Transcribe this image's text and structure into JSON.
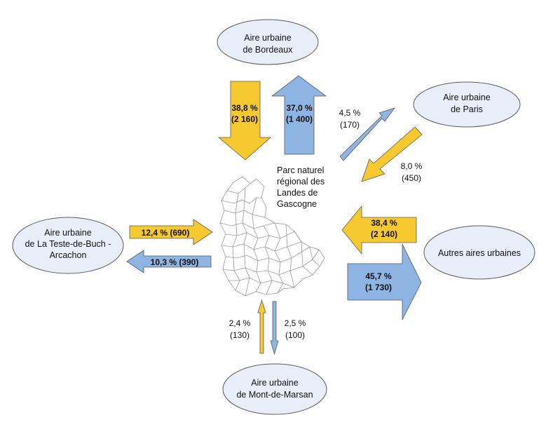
{
  "colors": {
    "inflow": "#f7c930",
    "outflow": "#8db4e2",
    "node_fill": "#e8eef8",
    "stroke": "#5a5a5a"
  },
  "park": {
    "line1": "Parc naturel",
    "line2": "régional des",
    "line3": "Landes de",
    "line4": "Gascogne"
  },
  "nodes": {
    "bordeaux": {
      "line1": "Aire urbaine",
      "line2": "de Bordeaux"
    },
    "paris": {
      "line1": "Aire urbaine",
      "line2": "de Paris"
    },
    "autres": {
      "line1": "Autres aires urbaines"
    },
    "teste": {
      "line1": "Aire urbaine",
      "line2": "de La Teste-de-Buch -",
      "line3": "Arcachon"
    },
    "montmarsan": {
      "line1": "Aire urbaine",
      "line2": "de Mont-de-Marsan"
    }
  },
  "flows": {
    "bordeaux_in": {
      "pct": "38,8 %",
      "count": "(2 160)"
    },
    "bordeaux_out": {
      "pct": "37,0 %",
      "count": "(1 400)"
    },
    "paris_out": {
      "pct": "4,5 %",
      "count": "(170)"
    },
    "paris_in": {
      "pct": "8,0 %",
      "count": "(450)"
    },
    "autres_in": {
      "pct": "38,4 %",
      "count": "(2 140)"
    },
    "autres_out": {
      "pct": "45,7 %",
      "count": "(1 730)"
    },
    "teste_in": {
      "label": "12,4 % (690)"
    },
    "teste_out": {
      "label": "10,3 % (390)"
    },
    "montmarsan_in": {
      "pct": "2,4 %",
      "count": "(130)"
    },
    "montmarsan_out": {
      "pct": "2,5 %",
      "count": "(100)"
    }
  }
}
